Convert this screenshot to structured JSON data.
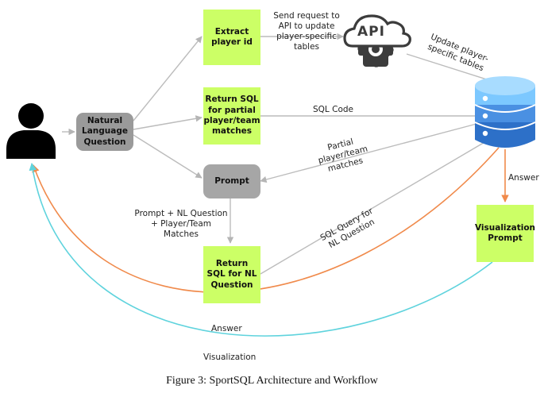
{
  "nodes": {
    "nl_question": "Natural Language Question",
    "extract_player": "Extract player id",
    "return_sql_partial": "Return SQL for partial player/team matches",
    "prompt": "Prompt",
    "return_sql_nl": "Return SQL for NL Question",
    "visualization_prompt": "Visualization Prompt",
    "api_text": "API"
  },
  "edge_labels": {
    "send_request": "Send request to API to update player-specific tables",
    "update_tables": "Update player-specific tables",
    "sql_code": "SQL Code",
    "partial_matches": "Partial player/team matches",
    "prompt_plus": "Prompt + NL Question + Player/Team Matches",
    "sql_query_nl": "SQL Query for NL Question",
    "answer_right": "Answer",
    "answer_bottom": "Answer",
    "visualization": "Visualization"
  },
  "caption": "Figure 3: SportSQL Architecture and Workflow",
  "colors": {
    "box_green": "#ccff66",
    "box_gray": "#9a9a9a",
    "arrow_gray": "#bbbbbb",
    "arrow_orange": "#f08a4b",
    "arrow_cyan": "#5fd3dd",
    "db_blue": "#4a90e2",
    "api_dark": "#3c3c3c"
  }
}
